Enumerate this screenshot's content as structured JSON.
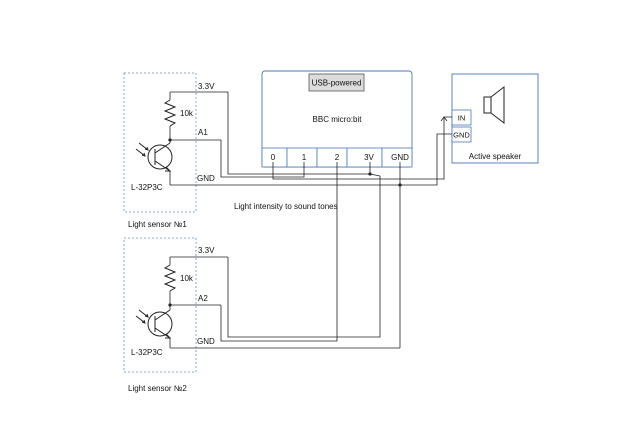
{
  "title": "Light intensity to sound tones",
  "microbit": {
    "name": "BBC micro:bit",
    "usb_label": "USB-powered",
    "pins": [
      "0",
      "1",
      "2",
      "3V",
      "GND"
    ]
  },
  "speaker": {
    "name": "Active speaker",
    "pins": [
      "IN",
      "GND"
    ]
  },
  "sensor1": {
    "name": "Light sensor №1",
    "resistor": "10k",
    "transistor": "L-32P3C",
    "vcc": "3.3V",
    "signal": "A1",
    "gnd": "GND"
  },
  "sensor2": {
    "name": "Light sensor №2",
    "resistor": "10k",
    "transistor": "L-32P3C",
    "vcc": "3.3V",
    "signal": "A2",
    "gnd": "GND"
  }
}
